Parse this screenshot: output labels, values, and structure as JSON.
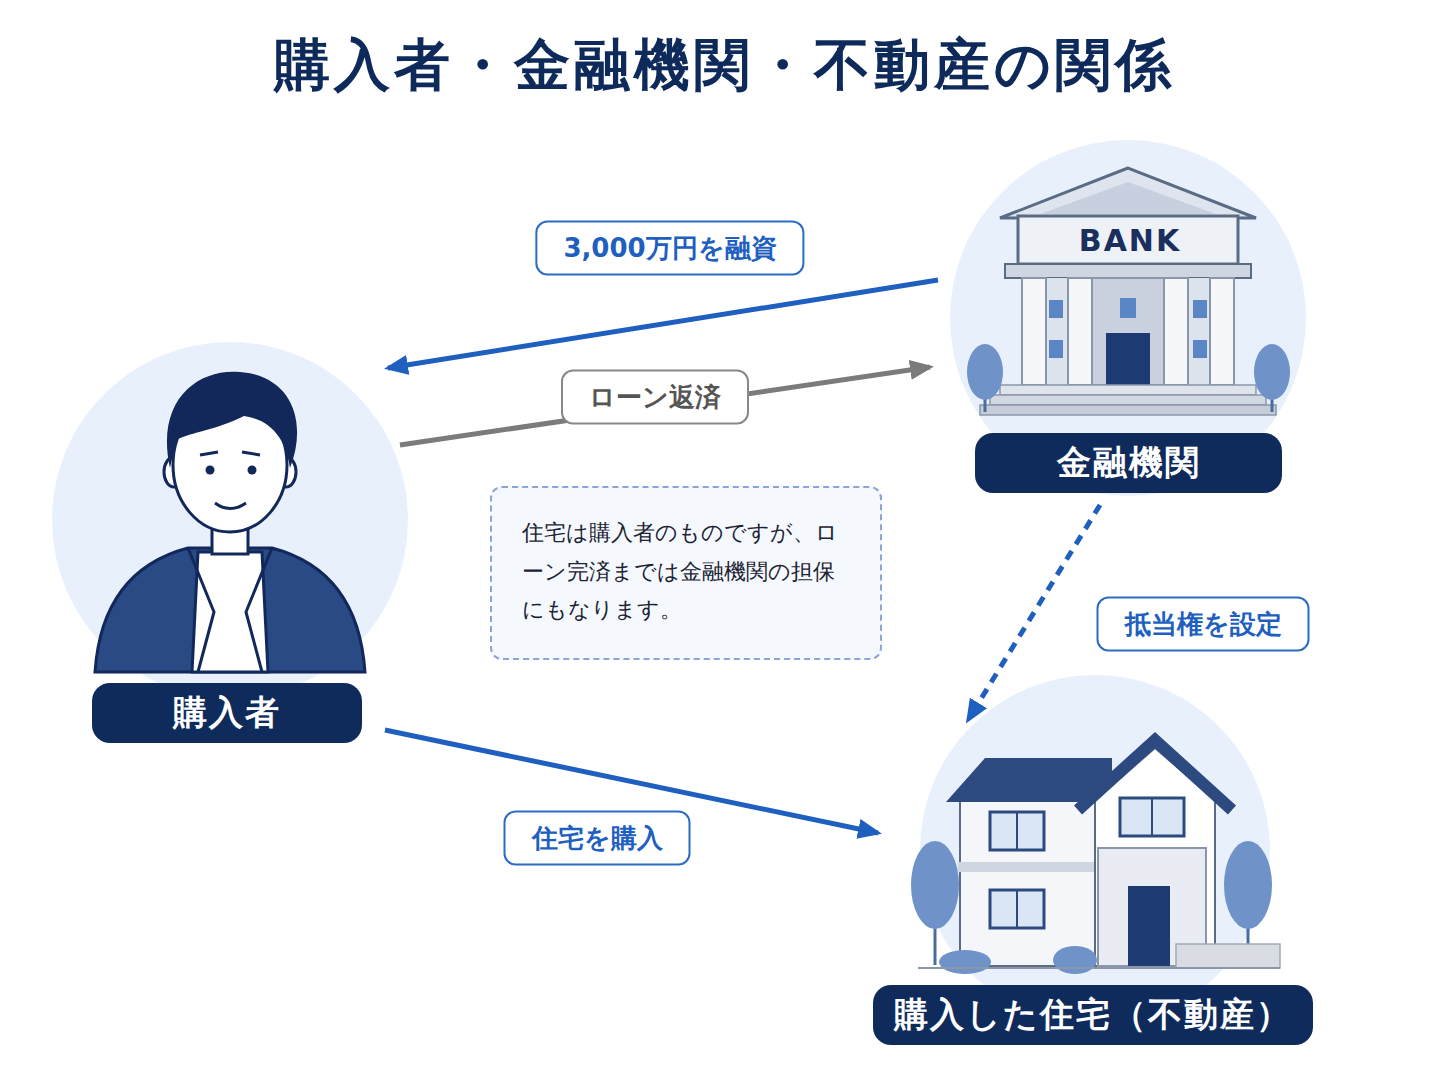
{
  "diagram": {
    "title": "購入者・金融機関・不動産の関係",
    "nodes": [
      {
        "text": [
          "購入者"
        ]
      },
      {
        "text": [
          "金融機関"
        ]
      },
      {
        "text": [
          "住宅は購入者のものですが、ローン完済までは金融機関の担保にもなります。"
        ]
      },
      {
        "text": [
          "購入した住宅（不動産）"
        ]
      }
    ],
    "edges": [
      {
        "from": 1,
        "to": 0,
        "label": "3,000万円を融資",
        "arrow": "to"
      },
      {
        "from": 0,
        "to": 1,
        "label": "ローン返済",
        "arrow": "to"
      },
      {
        "from": 1,
        "to": 3,
        "label": "抵当権を設定",
        "arrow": "to"
      },
      {
        "from": 0,
        "to": 3,
        "label": "住宅を購入",
        "arrow": "to"
      }
    ],
    "labels": [
      "BANK"
    ]
  }
}
